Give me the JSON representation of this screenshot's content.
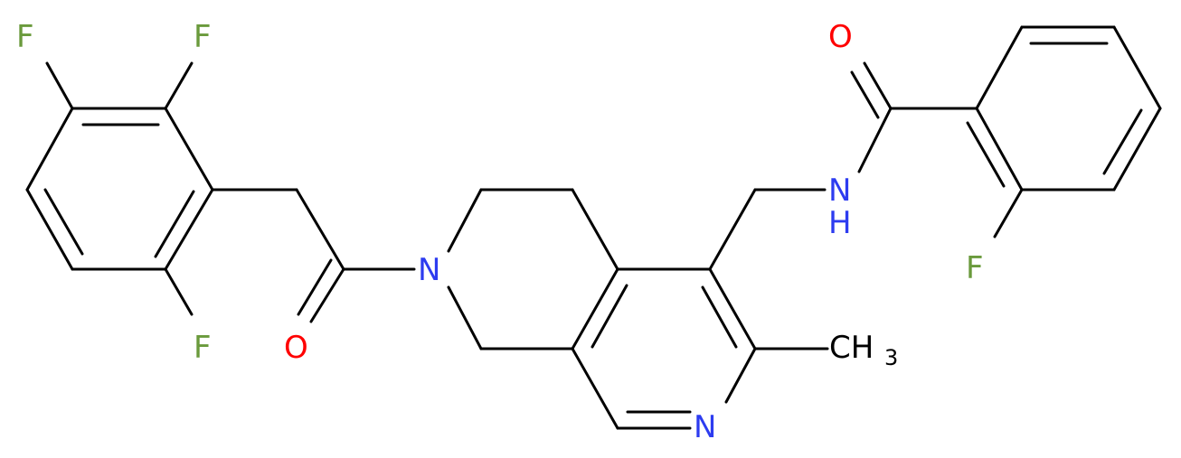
{
  "colors": {
    "bond": "#000000",
    "fluorine": "#6a9a3c",
    "oxygen": "#ff0000",
    "nitrogen": "#2d3cf0",
    "carbon": "#000000",
    "background": "#ffffff"
  },
  "atoms": {
    "f_top_left": "F",
    "f_top": "F",
    "f_bottom": "F",
    "o_ketone": "O",
    "n_ring": "N",
    "n_pyridine": "N",
    "methyl_c": "CH",
    "methyl_sub": "3",
    "n_amide": "N",
    "h_amide": "H",
    "o_amide": "O",
    "f_benzoyl": "F"
  }
}
